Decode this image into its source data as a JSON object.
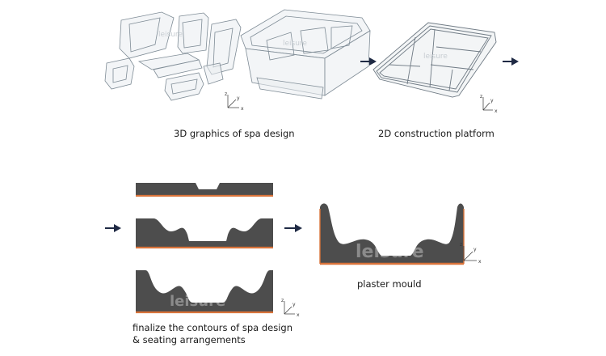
{
  "captions": {
    "spa_design": "3D graphics of spa design",
    "platform": "2D construction platform",
    "contours_line1": "finalize the contours of spa design",
    "contours_line2": "& seating arrangements",
    "mould": "plaster mould"
  },
  "axes": {
    "x": "x",
    "y": "y",
    "z": "z"
  },
  "watermark": "leisure",
  "colors": {
    "profile_fill": "#4d4d4d",
    "profile_base": "#d9733a",
    "wire_stroke": "#7f8c96",
    "arrow": "#1f2a44"
  }
}
